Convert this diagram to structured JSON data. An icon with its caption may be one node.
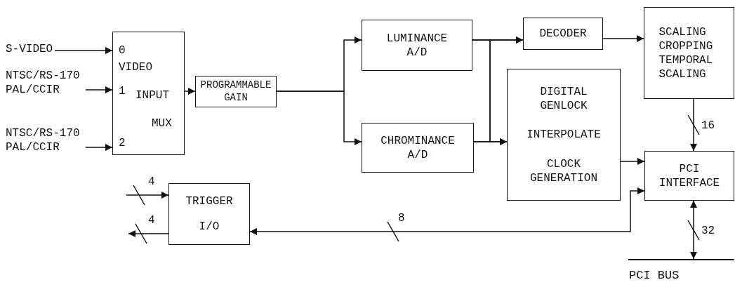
{
  "diagram": {
    "nodes": [
      {
        "text": [
          "S-VIDEO"
        ]
      },
      {
        "text": [
          "NTSC/RS-170 PAL/CCIR"
        ]
      },
      {
        "text": [
          "NTSC/RS-170 PAL/CCIR"
        ]
      },
      {
        "text": [
          "0",
          "VIDEO",
          "1",
          "INPUT",
          "MUX",
          "2"
        ]
      },
      {
        "text": [
          "PROGRAMMABLE GAIN"
        ]
      },
      {
        "text": [
          "LUMINANCE A/D"
        ]
      },
      {
        "text": [
          "CHROMINANCE A/D"
        ]
      },
      {
        "text": [
          "DECODER"
        ]
      },
      {
        "text": [
          "DIGITAL GENLOCK",
          "INTERPOLATE",
          "CLOCK GENERATION"
        ]
      },
      {
        "text": [
          "SCALING CROPPING TEMPORAL SCALING"
        ]
      },
      {
        "text": [
          "PCI INTERFACE"
        ]
      },
      {
        "text": [
          "TRIGGER",
          "I/O"
        ]
      },
      {
        "text": [],
        "shape": "bar",
        "beside": [
          "PCI BUS"
        ]
      }
    ],
    "edges": [
      {
        "from": 0,
        "to": 3,
        "arrow": "to"
      },
      {
        "from": 1,
        "to": 3,
        "arrow": "to"
      },
      {
        "from": 2,
        "to": 3,
        "arrow": "to"
      },
      {
        "from": 3,
        "to": 4,
        "arrow": "to"
      },
      {
        "from": 4,
        "to": 5,
        "arrow": "to"
      },
      {
        "from": 4,
        "to": 6,
        "arrow": "to"
      },
      {
        "from": 5,
        "to": 7,
        "arrow": "to"
      },
      {
        "from": 5,
        "to": 8,
        "arrow": "to"
      },
      {
        "from": 6,
        "to": 7,
        "arrow": "to"
      },
      {
        "from": 6,
        "to": 8,
        "arrow": "to"
      },
      {
        "from": 7,
        "to": 9,
        "arrow": "to"
      },
      {
        "from": 9,
        "to": 10,
        "label": "16",
        "arrow": "to"
      },
      {
        "from": 8,
        "to": 10,
        "arrow": "to"
      },
      {
        "from": 10,
        "to": 11,
        "label": "8",
        "arrow": "both"
      },
      {
        "from": null,
        "to": 11,
        "label": "4",
        "arrow": "to"
      },
      {
        "from": 11,
        "to": null,
        "label": "4",
        "arrow": "to"
      },
      {
        "from": 10,
        "to": 12,
        "label": "32",
        "arrow": "both"
      }
    ]
  }
}
